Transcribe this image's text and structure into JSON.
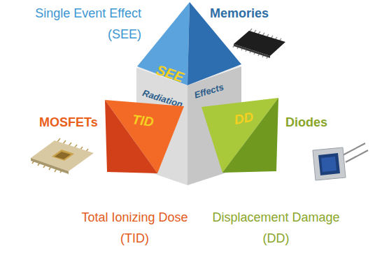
{
  "diagram": {
    "nodes": [
      {
        "text": [
          "Radiation",
          "Effects"
        ]
      },
      {
        "text": [
          "TID"
        ]
      },
      {
        "text": [
          "DD"
        ]
      },
      {
        "text": [
          "SEE"
        ]
      }
    ],
    "labels": [
      "Single Event Effect (SEE)",
      "Memories",
      "MOSFETs",
      "Diodes",
      "Total Ionizing Dose (TID)",
      "Displacement Damage (DD)"
    ]
  }
}
